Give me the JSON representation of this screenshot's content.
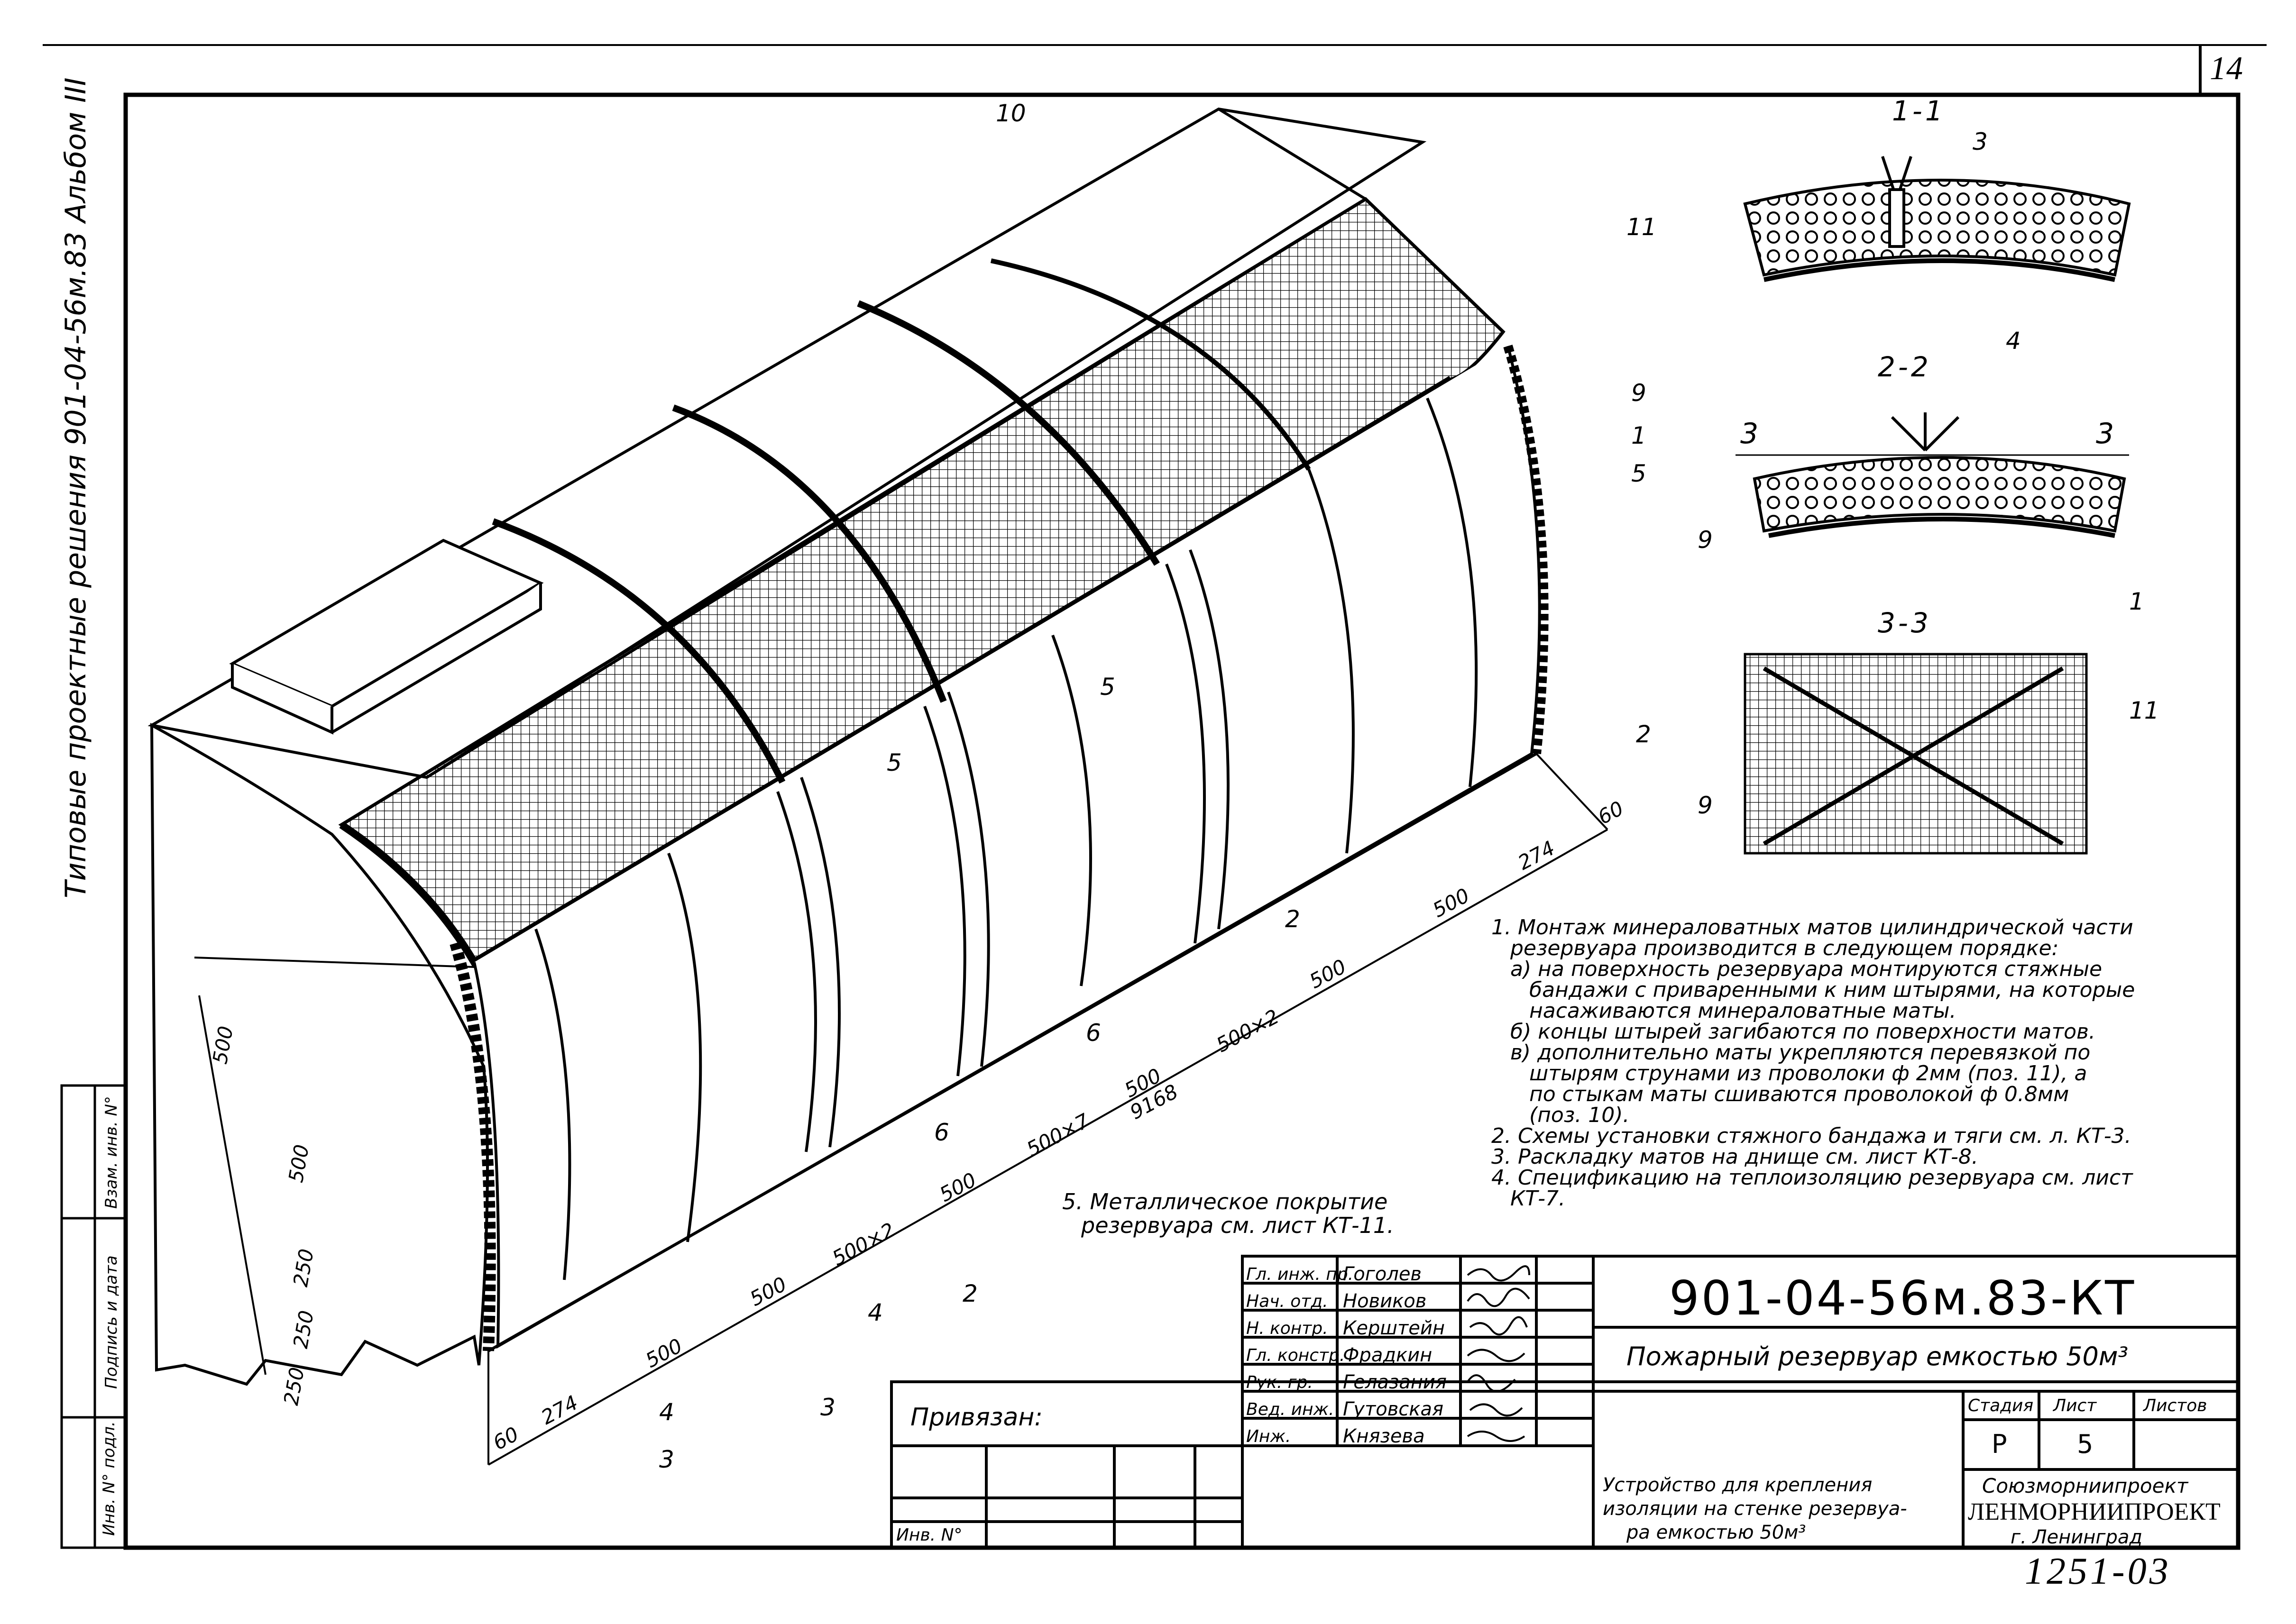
{
  "sheet": {
    "page_number": "14",
    "stamp_number": "1251-03"
  },
  "side_stamp": {
    "title": "Типовые проектные решения  901-04-56м.83   Альбом III",
    "cells": [
      "Инв. N° подл.",
      "Подпись и дата",
      "Взам. инв. N°"
    ]
  },
  "sections": {
    "s11": "1-1",
    "s22": "2-2",
    "s33": "3-3",
    "cut3_left": "3",
    "cut3_right": "3"
  },
  "callouts": [
    "1",
    "2",
    "3",
    "4",
    "5",
    "6",
    "9",
    "10",
    "11"
  ],
  "dimensions": {
    "d60a": "60",
    "d274a": "274",
    "d500a": "500",
    "d500b": "500",
    "d500x2a": "500×2",
    "d500x7": "500×7",
    "d500c": "500",
    "d9168": "9168",
    "d500x2b": "500×2",
    "d500d": "500",
    "d500e": "500",
    "d274b": "274",
    "d60b": "60",
    "v500a": "500",
    "v500b": "500",
    "v250a": "250",
    "v250b": "250",
    "v250c": "250"
  },
  "notes": {
    "n1_l1": "1. Монтаж минераловатных матов цилиндрической части",
    "n1_l2": "резервуара производится в следующем порядке:",
    "n1_l3": "а) на поверхность резервуара монтируются стяжные",
    "n1_l4": "бандажи с приваренными к ним штырями, на которые",
    "n1_l5": "насаживаются минераловатные маты.",
    "n1_l6": "б) концы штырей загибаются по поверхности матов.",
    "n1_l7": "в) дополнительно маты укрепляются перевязкой по",
    "n1_l8": "штырям струнами из проволоки ф 2мм (поз. 11), а",
    "n1_l9": "по стыкам маты сшиваются проволокой ф 0.8мм",
    "n1_l10": "(поз. 10).",
    "n2": "2. Схемы установки стяжного бандажа и тяги см. л. КТ-3.",
    "n3": "3. Раскладку матов на днище см. лист КТ-8.",
    "n4_l1": "4. Спецификацию на теплоизоляцию резервуара см. лист",
    "n4_l2": "КТ-7.",
    "n5_l1": "5. Металлическое покрытие",
    "n5_l2": "резервуара см. лист КТ-11."
  },
  "title_block": {
    "code": "901-04-56м.83-КТ",
    "object": "Пожарный резервуар емкостью 50м³",
    "drawing_name_l1": "Устройство для крепления",
    "drawing_name_l2": "изоляции на стенке резервуа-",
    "drawing_name_l3": "ра емкостью 50м³",
    "stage_label": "Стадия",
    "sheet_label": "Лист",
    "sheets_label": "Листов",
    "stage": "Р",
    "sheet": "5",
    "org1": "Союзморниипроект",
    "org2": "ЛЕНМОРНИИПРОЕКТ",
    "org3": "г. Ленинград",
    "privyazan": "Привязан:",
    "inv": "Инв. N°",
    "roles": [
      "Гл. инж. пр.",
      "Нач. отд.",
      "Н. контр.",
      "Гл. констр.",
      "Рук. гр.",
      "Вед. инж.",
      "Инж."
    ],
    "names": [
      "Гоголев",
      "Новиков",
      "Керштейн",
      "Фрадкин",
      "Гелазания",
      "Гутовская",
      "Князева"
    ]
  }
}
